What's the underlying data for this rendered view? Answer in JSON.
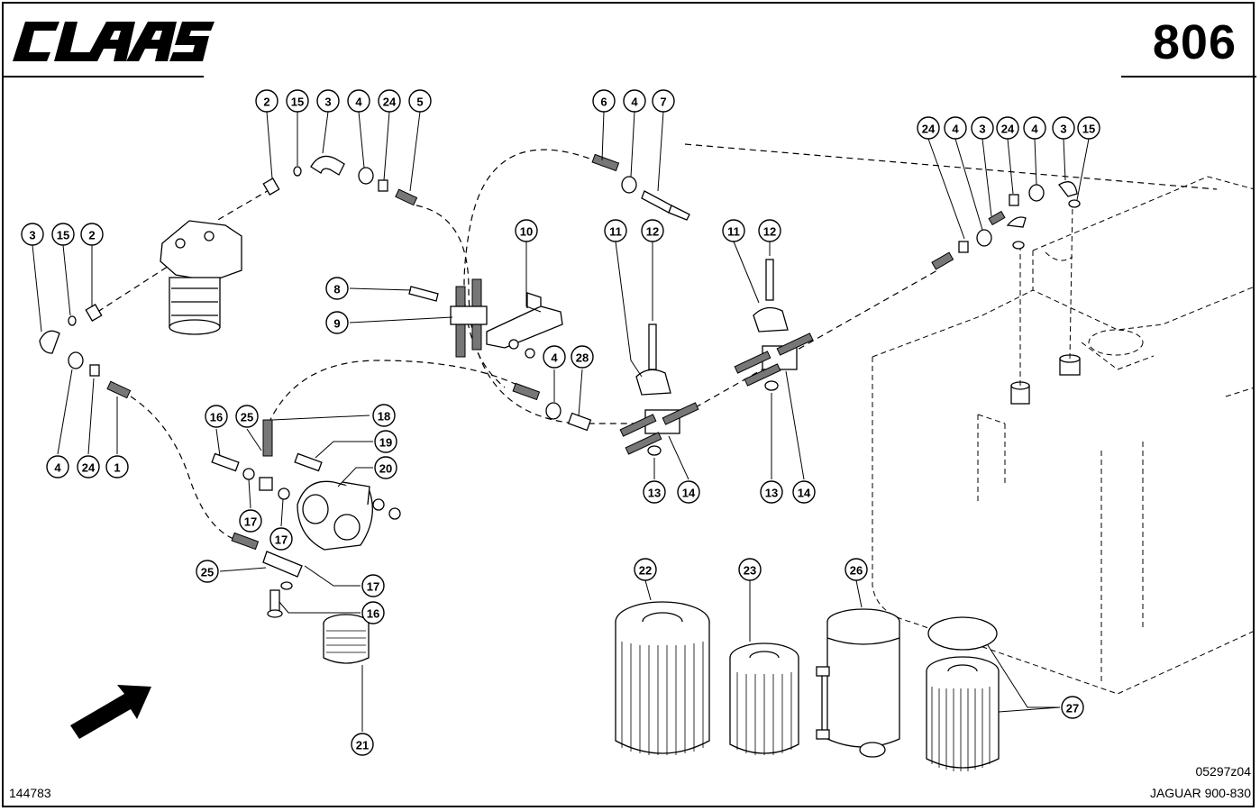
{
  "header": {
    "brand": "CLAAS",
    "page_number": "806"
  },
  "footer": {
    "drawing_id": "144783",
    "reference_code": "05297z04",
    "model": "JAGUAR 900-830"
  },
  "colors": {
    "ink": "#000000",
    "paper": "#ffffff"
  },
  "callouts": [
    {
      "id": "c-2a",
      "label": "2"
    },
    {
      "id": "c-15a",
      "label": "15"
    },
    {
      "id": "c-3a",
      "label": "3"
    },
    {
      "id": "c-4a",
      "label": "4"
    },
    {
      "id": "c-24a",
      "label": "24"
    },
    {
      "id": "c-5",
      "label": "5"
    },
    {
      "id": "c-6",
      "label": "6"
    },
    {
      "id": "c-4b",
      "label": "4"
    },
    {
      "id": "c-7",
      "label": "7"
    },
    {
      "id": "c-24b",
      "label": "24"
    },
    {
      "id": "c-4c",
      "label": "4"
    },
    {
      "id": "c-3b",
      "label": "3"
    },
    {
      "id": "c-24c",
      "label": "24"
    },
    {
      "id": "c-4d",
      "label": "4"
    },
    {
      "id": "c-3c",
      "label": "3"
    },
    {
      "id": "c-15b",
      "label": "15"
    },
    {
      "id": "c-3d",
      "label": "3"
    },
    {
      "id": "c-15c",
      "label": "15"
    },
    {
      "id": "c-2b",
      "label": "2"
    },
    {
      "id": "c-10",
      "label": "10"
    },
    {
      "id": "c-11a",
      "label": "11"
    },
    {
      "id": "c-12a",
      "label": "12"
    },
    {
      "id": "c-11b",
      "label": "11"
    },
    {
      "id": "c-12b",
      "label": "12"
    },
    {
      "id": "c-8",
      "label": "8"
    },
    {
      "id": "c-9",
      "label": "9"
    },
    {
      "id": "c-4e",
      "label": "4"
    },
    {
      "id": "c-28",
      "label": "28"
    },
    {
      "id": "c-4f",
      "label": "4"
    },
    {
      "id": "c-24d",
      "label": "24"
    },
    {
      "id": "c-1",
      "label": "1"
    },
    {
      "id": "c-16a",
      "label": "16"
    },
    {
      "id": "c-25a",
      "label": "25"
    },
    {
      "id": "c-18",
      "label": "18"
    },
    {
      "id": "c-19",
      "label": "19"
    },
    {
      "id": "c-20",
      "label": "20"
    },
    {
      "id": "c-17a",
      "label": "17"
    },
    {
      "id": "c-17b",
      "label": "17"
    },
    {
      "id": "c-25b",
      "label": "25"
    },
    {
      "id": "c-17c",
      "label": "17"
    },
    {
      "id": "c-16b",
      "label": "16"
    },
    {
      "id": "c-21",
      "label": "21"
    },
    {
      "id": "c-13a",
      "label": "13"
    },
    {
      "id": "c-14a",
      "label": "14"
    },
    {
      "id": "c-13b",
      "label": "13"
    },
    {
      "id": "c-14b",
      "label": "14"
    },
    {
      "id": "c-22",
      "label": "22"
    },
    {
      "id": "c-23",
      "label": "23"
    },
    {
      "id": "c-26",
      "label": "26"
    },
    {
      "id": "c-27",
      "label": "27"
    }
  ]
}
